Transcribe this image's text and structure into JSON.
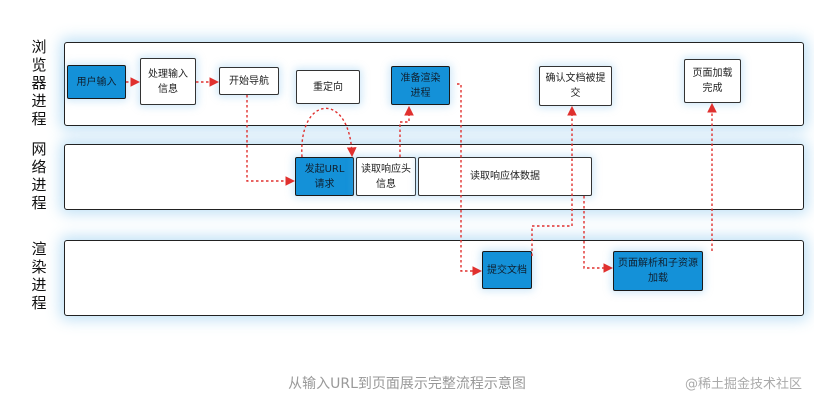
{
  "lanes": {
    "browser": "浏览器进程",
    "network": "网络进程",
    "renderer": "渲染进程"
  },
  "boxes": {
    "user_input": "用户输入",
    "process_input": "处理输入信息",
    "start_navigation": "开始导航",
    "redirect": "重定向",
    "prepare_renderer": "准备渲染进程",
    "confirm_commit": "确认文档被提交",
    "page_loaded": "页面加载完成",
    "send_url_request": "发起URL请求",
    "read_response_headers": "读取响应头信息",
    "read_response_body": "读取响应体数据",
    "commit_document": "提交文档",
    "parse_and_load": "页面解析和子资源加载"
  },
  "caption": "从输入URL到页面展示完整流程示意图",
  "watermark": "@稀土掘金技术社区",
  "colors": {
    "box_highlight": "#1491d8",
    "arrow": "#e0302e",
    "lane_glow": "#78bee9"
  }
}
